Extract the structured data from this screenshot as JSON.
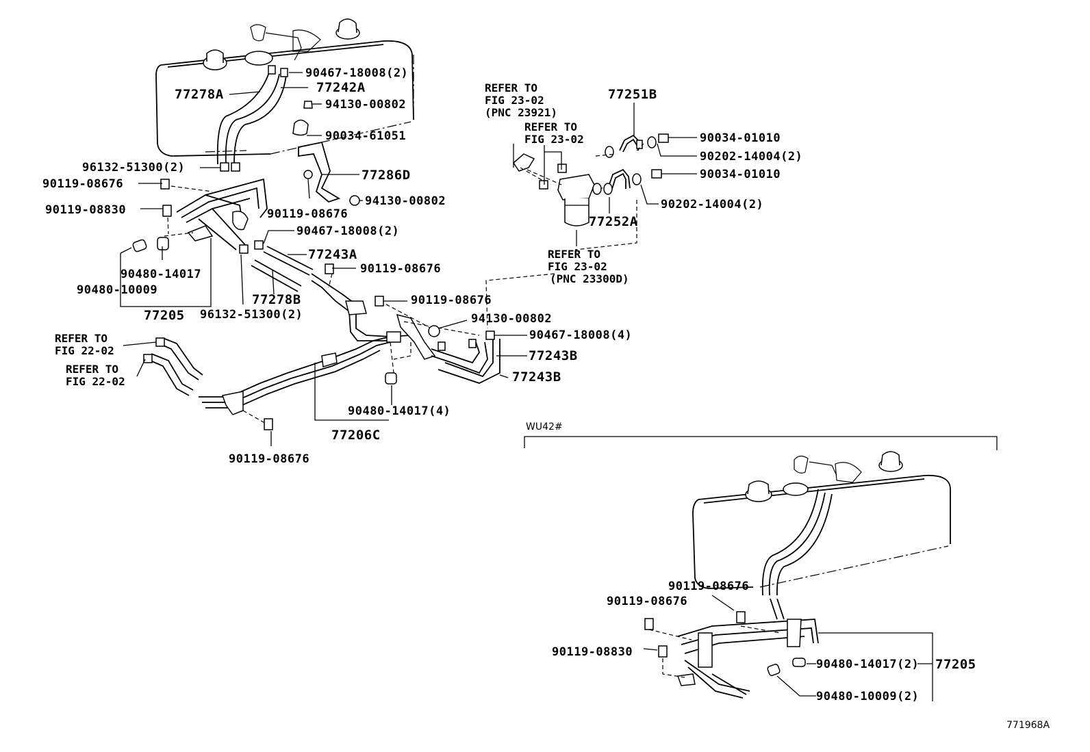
{
  "diagram_code": "771968A",
  "variant_label": "WU42#",
  "callouts": {
    "c1": "90467-18008(2)",
    "c2": "77242A",
    "c3": "77278A",
    "c4": "94130-00802",
    "c5": "90034-61051",
    "c6": "96132-51300(2)",
    "c7": "90119-08676",
    "c8": "77286D",
    "c9": "90119-08830",
    "c10": "94130-00802",
    "c11": "90119-08676",
    "c12": "90467-18008(2)",
    "c13": "77243A",
    "c14": "90119-08676",
    "c15": "90480-14017",
    "c16": "90480-10009",
    "c17": "77278B",
    "c18": "77205",
    "c19": "96132-51300(2)",
    "c20": "90119-08676",
    "c21": "94130-00802",
    "c22": "90467-18008(4)",
    "c23": "77243B",
    "c24": "77243B",
    "c25": "90480-14017(4)",
    "c26": "77206C",
    "c27": "90119-08676",
    "c28": "77251B",
    "c29": "90034-01010",
    "c30": "90202-14004(2)",
    "c31": "90034-01010",
    "c32": "90202-14004(2)",
    "c33": "77252A",
    "w1": "90119-08676",
    "w2": "90119-08676",
    "w3": "90119-08830",
    "w4": "90480-14017(2)",
    "w5": "77205",
    "w6": "90480-10009(2)"
  },
  "references": {
    "r1": [
      "REFER TO",
      "FIG 23-02",
      "(PNC 23921)"
    ],
    "r2": [
      "REFER TO",
      "FIG 23-02"
    ],
    "r3": [
      "REFER TO",
      "FIG 23-02",
      "(PNC 23300D)"
    ],
    "r4": [
      "REFER TO",
      "FIG 22-02"
    ],
    "r5": [
      "REFER TO",
      "FIG 22-02"
    ]
  }
}
